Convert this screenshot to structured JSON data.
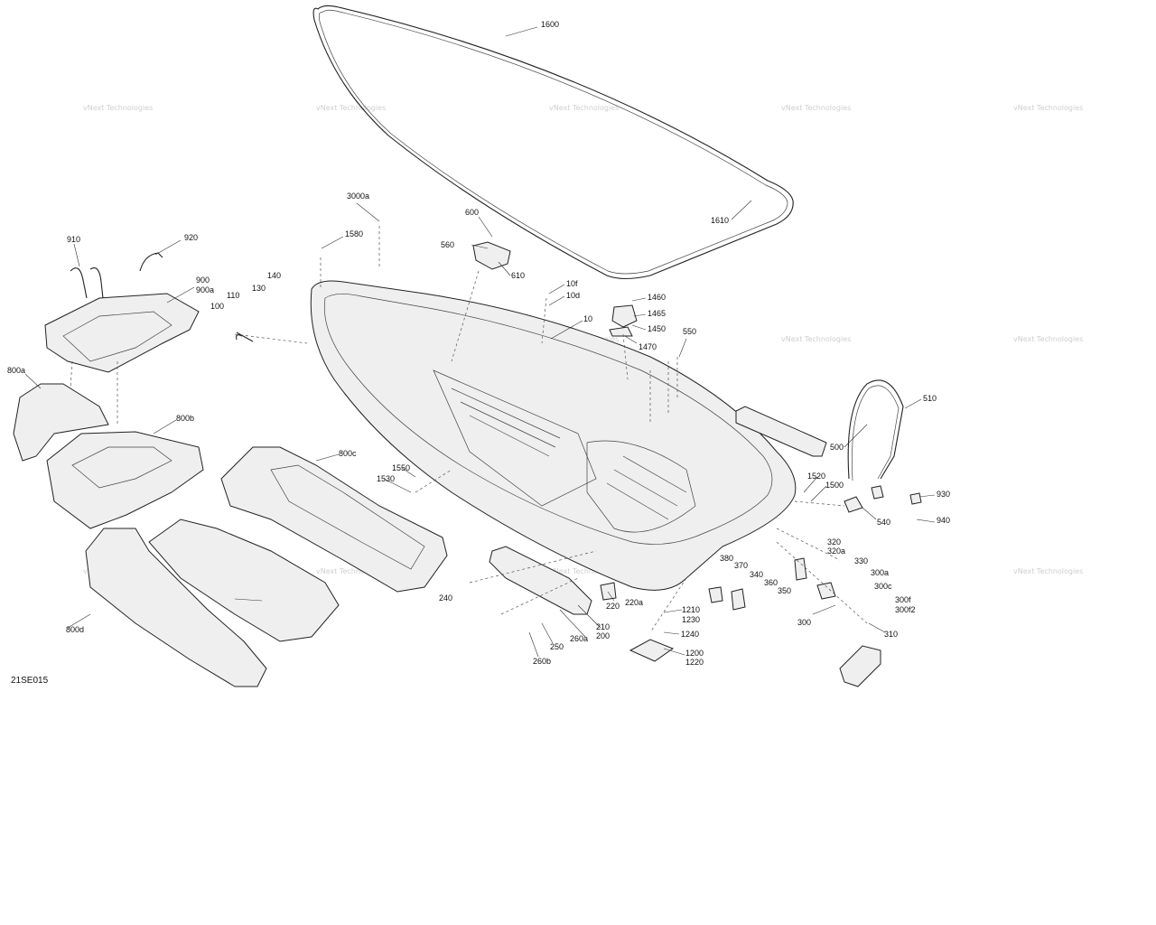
{
  "diagram": {
    "code": "21SE015",
    "watermark_text": "vNext Technologies",
    "colors": {
      "ink": "#111111",
      "watermark": "#cfcfcf",
      "fill": "#efefef"
    },
    "labels": [
      "1600",
      "1610",
      "3000a",
      "1580",
      "600",
      "560",
      "610",
      "910",
      "920",
      "900",
      "900a",
      "140",
      "130",
      "110",
      "100",
      "10f",
      "10d",
      "10",
      "1460",
      "1465",
      "1450",
      "1470",
      "550",
      "800a",
      "800b",
      "800c",
      "800d",
      "510",
      "500",
      "1550",
      "1530",
      "1520",
      "1500",
      "540",
      "930",
      "940",
      "320",
      "320a",
      "330",
      "300a",
      "300c",
      "300f",
      "300f2",
      "300",
      "310",
      "380",
      "370",
      "340",
      "360",
      "350",
      "240",
      "220",
      "220a",
      "210",
      "200",
      "260a",
      "250",
      "260b",
      "1210",
      "1230",
      "1240",
      "1200",
      "1220"
    ]
  }
}
